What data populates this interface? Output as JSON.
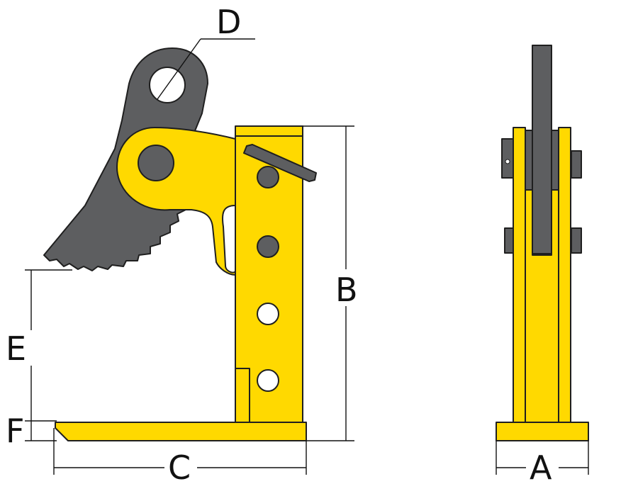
{
  "labels": {
    "A": "A",
    "B": "B",
    "C": "C",
    "D": "D",
    "E": "E",
    "F": "F"
  },
  "colors": {
    "yellow": "#ffd900",
    "dark_gray": "#5d5e60",
    "outline": "#1f1f1f",
    "white": "#ffffff"
  }
}
